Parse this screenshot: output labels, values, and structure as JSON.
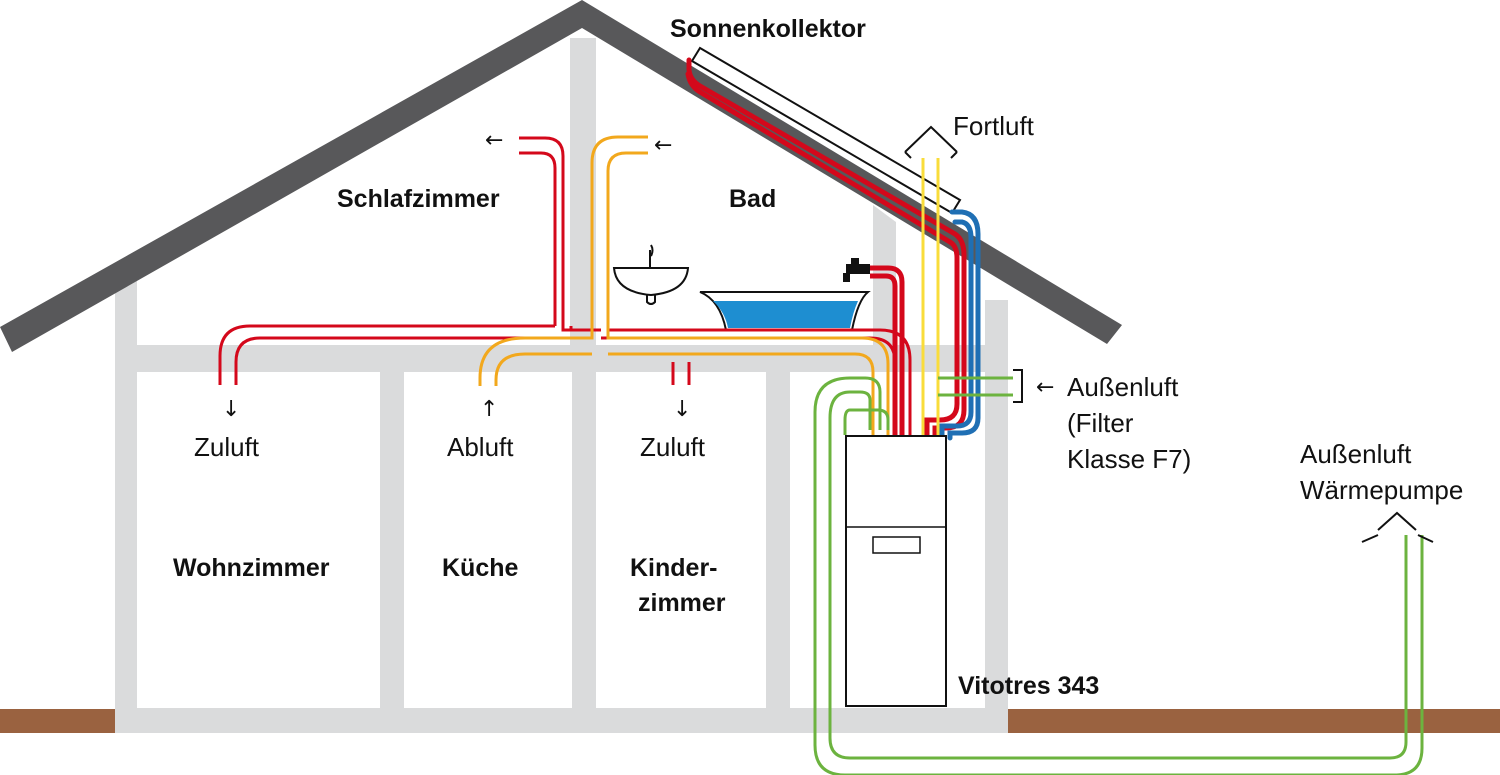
{
  "labels": {
    "sonnenkollektor": "Sonnenkollektor",
    "fortluft": "Fortluft",
    "schlafzimmer": "Schlafzimmer",
    "bad": "Bad",
    "aussenluft": "Außenluft",
    "filter_line1": "(Filter",
    "filter_line2": "Klasse F7)",
    "aussenluft_wp_line1": "Außenluft",
    "aussenluft_wp_line2": "Wärmepumpe",
    "zuluft_wohn": "Zuluft",
    "abluft": "Abluft",
    "zuluft_kinder": "Zuluft",
    "wohnzimmer": "Wohnzimmer",
    "kueche": "Küche",
    "kinder_line1": "Kinder-",
    "kinder_line2": "zimmer",
    "vitotres": "Vitotres 343"
  },
  "arrows": {
    "left": "←",
    "down": "↓",
    "up": "↑"
  },
  "colors": {
    "roof": "#58585a",
    "frame": "#dadbdc",
    "ground": "#9a6240",
    "supply_red": "#d4081b",
    "extract_orange": "#f2a81d",
    "exhaust_yellow": "#f9dc3a",
    "return_blue": "#1f6fb4",
    "outdoor_green": "#6cb33f",
    "water": "#1e8ed1"
  }
}
